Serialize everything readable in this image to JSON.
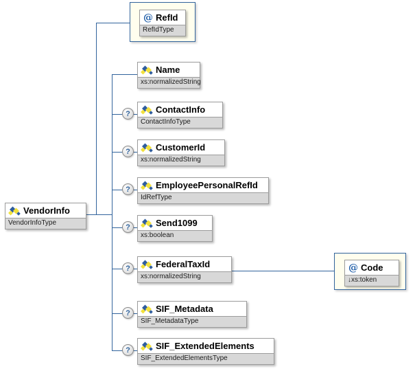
{
  "diagram": {
    "kind": "xml-schema-diagram",
    "root": {
      "label": "VendorInfo",
      "type": "VendorInfoType"
    },
    "root_attribute": {
      "glyph": "@",
      "label": "RefId",
      "type": "RefIdType"
    },
    "children": [
      {
        "label": "Name",
        "type": "xs:normalizedString",
        "optional": false
      },
      {
        "label": "ContactInfo",
        "type": "ContactInfoType",
        "optional": true
      },
      {
        "label": "CustomerId",
        "type": "xs:normalizedString",
        "optional": true
      },
      {
        "label": "EmployeePersonalRefId",
        "type": "IdRefType",
        "optional": true
      },
      {
        "label": "Send1099",
        "type": "xs:boolean",
        "optional": true
      },
      {
        "label": "FederalTaxId",
        "type": "xs:normalizedString",
        "optional": true
      },
      {
        "label": "SIF_Metadata",
        "type": "SIF_MetadataType",
        "optional": true
      },
      {
        "label": "SIF_ExtendedElements",
        "type": "SIF_ExtendedElementsType",
        "optional": true
      }
    ],
    "federal_tax_id_attribute": {
      "glyph": "@",
      "label": "Code",
      "type": "↓xs:token"
    },
    "optional_marker": "?",
    "colors": {
      "connector": "#31639c",
      "box_border": "#9c9c9c",
      "type_row_bg": "#d8d8d8",
      "attribute_frame_bg": "#fffeee",
      "attribute_frame_border": "#31639c",
      "element_icon_yellow": "#f2e13c",
      "element_icon_blue": "#2f5d9e",
      "at_glyph_color": "#1d5ca8",
      "optional_marker_color": "#31639c"
    }
  }
}
